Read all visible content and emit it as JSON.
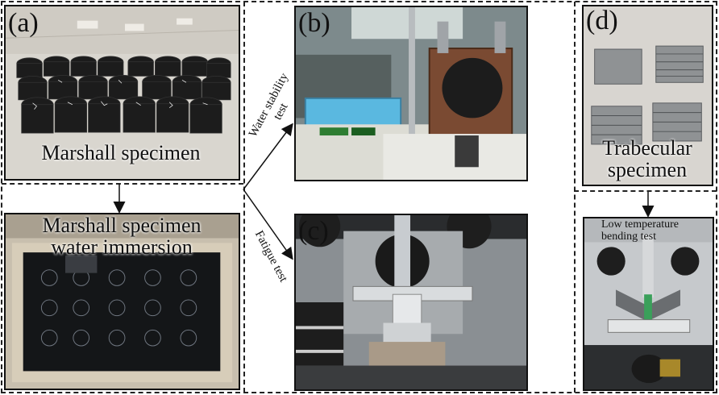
{
  "panels": {
    "a": {
      "label": "(a)",
      "top_caption": "Marshall specimen",
      "bottom_caption_line1": "Marshall specimen",
      "bottom_caption_line2": "water immersion"
    },
    "b": {
      "label": "(b)"
    },
    "c": {
      "label": "(c)"
    },
    "d": {
      "label": "(d)",
      "top_caption_line1": "Trabecular",
      "top_caption_line2": "specimen",
      "bottom_caption_line1": "Low temperature",
      "bottom_caption_line2": "bending test"
    }
  },
  "arrows": {
    "upper": {
      "line1": "Water stability",
      "line2": "test"
    },
    "lower": {
      "line1": "Fatigue test"
    }
  },
  "colors": {
    "dash": "#222222",
    "specimen": "#1a1a1a",
    "panel_blue": "#5ab8e0",
    "metal": "#9a9a9a"
  }
}
